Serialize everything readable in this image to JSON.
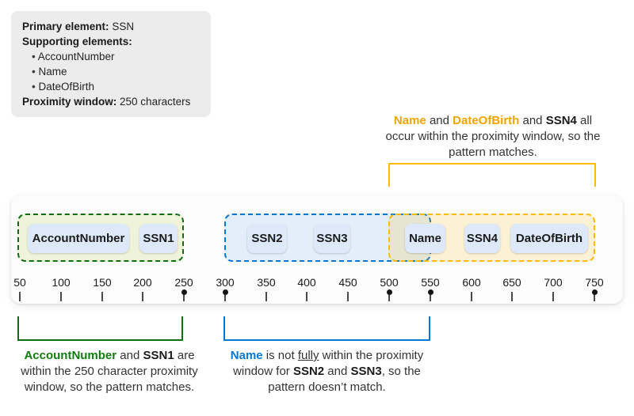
{
  "colors": {
    "green": "#107C10",
    "blue": "#0078D4",
    "amber": "#FFB900",
    "amber_text": "#EFA500",
    "panel_gray": "#ececec",
    "box_blue": "#dde9f9"
  },
  "info_panel": {
    "primary_label": "Primary element:",
    "primary_value": "SSN",
    "supporting_label": "Supporting elements:",
    "supporting_items": [
      "AccountNumber",
      "Name",
      "DateOfBirth"
    ],
    "proximity_label": "Proximity window:",
    "proximity_value": "250 characters"
  },
  "annotation_top": {
    "lines": [
      {
        "parts": [
          {
            "t": "Name"
          },
          {
            "t": " and "
          },
          {
            "t": "DateOfBirth"
          },
          {
            "t": " and "
          },
          {
            "t": "SSN4"
          },
          {
            "t": " all"
          }
        ]
      },
      {
        "parts": [
          {
            "t": "occur within the proximity window, so the"
          }
        ]
      },
      {
        "parts": [
          {
            "t": "pattern matches."
          }
        ]
      }
    ]
  },
  "annotation_left": {
    "lines": [
      {
        "parts": [
          {
            "t": "AccountNumber"
          },
          {
            "t": " and "
          },
          {
            "t": "SSN1"
          },
          {
            "t": " are"
          }
        ]
      },
      {
        "parts": [
          {
            "t": "within the 250 character proximity"
          }
        ]
      },
      {
        "parts": [
          {
            "t": "window, so the pattern matches."
          }
        ]
      }
    ]
  },
  "annotation_middle": {
    "lines": [
      {
        "parts": [
          {
            "t": "Name"
          },
          {
            "t": " is not "
          },
          {
            "t": "fully"
          },
          {
            "t": " within the proximity"
          }
        ]
      },
      {
        "parts": [
          {
            "t": "window for "
          },
          {
            "t": "SSN2"
          },
          {
            "t": " and "
          },
          {
            "t": "SSN3"
          },
          {
            "t": ", so the"
          }
        ]
      },
      {
        "parts": [
          {
            "t": "pattern doesn’t match."
          }
        ]
      }
    ]
  },
  "band": {
    "boxes": [
      {
        "label": "AccountNumber"
      },
      {
        "label": "SSN1"
      },
      {
        "label": "SSN2"
      },
      {
        "label": "SSN3"
      },
      {
        "label": "Name"
      },
      {
        "label": "SSN4"
      },
      {
        "label": "DateOfBirth"
      }
    ],
    "regions": [
      {
        "name": "green-window",
        "span_start": 50,
        "span_end": 250
      },
      {
        "name": "blue-window",
        "span_start": 300,
        "span_end": 550
      },
      {
        "name": "amber-window",
        "span_start": 500,
        "span_end": 750
      }
    ]
  },
  "ruler": {
    "ticks": [
      {
        "label": "50",
        "dot": false
      },
      {
        "label": "100",
        "dot": false
      },
      {
        "label": "150",
        "dot": false
      },
      {
        "label": "200",
        "dot": false
      },
      {
        "label": "250",
        "dot": true
      },
      {
        "label": "300",
        "dot": true
      },
      {
        "label": "350",
        "dot": false
      },
      {
        "label": "400",
        "dot": false
      },
      {
        "label": "450",
        "dot": false
      },
      {
        "label": "500",
        "dot": true
      },
      {
        "label": "550",
        "dot": true
      },
      {
        "label": "600",
        "dot": false
      },
      {
        "label": "650",
        "dot": false
      },
      {
        "label": "700",
        "dot": false
      },
      {
        "label": "750",
        "dot": true
      }
    ],
    "dot_values": [
      250,
      300,
      500,
      550,
      750
    ]
  }
}
